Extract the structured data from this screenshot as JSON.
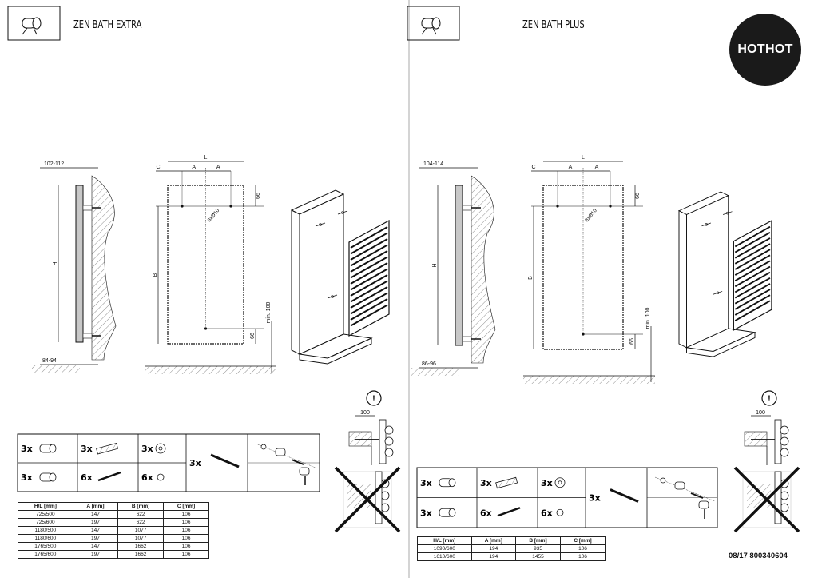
{
  "brand": "HOTHOT",
  "footer": "08/17 800340604",
  "pages": [
    {
      "title": "ZEN BATH EXTRA",
      "dims": {
        "top_depth": "102-112",
        "bottom_depth": "84-94",
        "H": "H",
        "L": "L",
        "C": "C",
        "A": "A",
        "B": "B",
        "hole_spec": "3xØ10",
        "top_offset": "66",
        "bottom_offset": "66",
        "min_floor": "min. 100",
        "bracket_dist": "100"
      },
      "parts": [
        {
          "qty": "3x",
          "item": "sleeve"
        },
        {
          "qty": "3x",
          "item": "wall-plug"
        },
        {
          "qty": "3x",
          "item": "washer"
        },
        {
          "qty": "3x",
          "item": "screw"
        },
        {
          "qty": "3x",
          "item": "bracket-clamp"
        },
        {
          "qty": "6x",
          "item": "bolt"
        },
        {
          "qty": "6x",
          "item": "nut"
        }
      ],
      "table": {
        "headers": [
          "H/L [mm]",
          "A [mm]",
          "B [mm]",
          "C [mm]"
        ],
        "rows": [
          [
            "725/500",
            "147",
            "622",
            "106"
          ],
          [
            "725/600",
            "197",
            "622",
            "106"
          ],
          [
            "1180/500",
            "147",
            "1077",
            "106"
          ],
          [
            "1180/600",
            "197",
            "1077",
            "106"
          ],
          [
            "1765/500",
            "147",
            "1662",
            "106"
          ],
          [
            "1765/600",
            "197",
            "1662",
            "106"
          ]
        ]
      }
    },
    {
      "title": "ZEN BATH PLUS",
      "dims": {
        "top_depth": "104-114",
        "bottom_depth": "86-96",
        "H": "H",
        "L": "L",
        "C": "C",
        "A": "A",
        "B": "B",
        "hole_spec": "3xØ10",
        "top_offset": "66",
        "bottom_offset": "66",
        "min_floor": "min. 100",
        "bracket_dist": "100"
      },
      "parts": [
        {
          "qty": "3x",
          "item": "sleeve"
        },
        {
          "qty": "3x",
          "item": "wall-plug"
        },
        {
          "qty": "3x",
          "item": "washer"
        },
        {
          "qty": "3x",
          "item": "screw"
        },
        {
          "qty": "3x",
          "item": "bracket-clamp"
        },
        {
          "qty": "6x",
          "item": "bolt"
        },
        {
          "qty": "6x",
          "item": "nut"
        }
      ],
      "table": {
        "headers": [
          "H/L [mm]",
          "A [mm]",
          "B [mm]",
          "C [mm]"
        ],
        "rows": [
          [
            "1090/600",
            "194",
            "935",
            "106"
          ],
          [
            "1610/600",
            "194",
            "1455",
            "106"
          ]
        ]
      }
    }
  ]
}
